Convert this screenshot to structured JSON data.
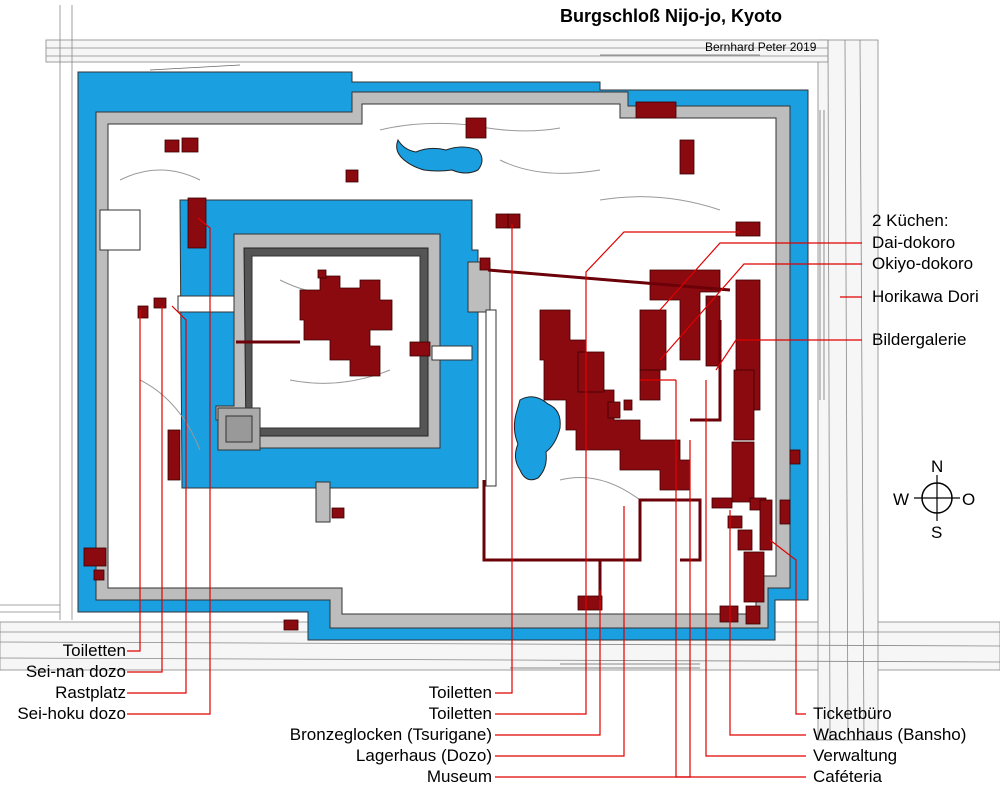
{
  "title": "Burgschloß Nijo-jo, Kyoto",
  "credit": "Bernhard Peter 2019",
  "compass": {
    "n": "N",
    "s": "S",
    "w": "W",
    "o": "O"
  },
  "colors": {
    "moat": "#1a9fe0",
    "wall": "#bdbdbd",
    "building": "#8b0a10",
    "leader": "#e00000",
    "street": "#f3f3f3"
  },
  "labels_left": [
    "Toiletten",
    "Sei-nan dozo",
    "Rastplatz",
    "Sei-hoku dozo"
  ],
  "labels_bottom": [
    "Toiletten",
    "Toiletten",
    "Bronzeglocken (Tsurigane)",
    "Lagerhaus (Dozo)",
    "Museum"
  ],
  "labels_right_top": [
    "2 Küchen:",
    "Dai-dokoro",
    "Okiyo-dokoro",
    "Horikawa Dori",
    "Bildergalerie"
  ],
  "labels_right_bottom": [
    "Ticketbüro",
    "Wachhaus (Bansho)",
    "Verwaltung",
    "Caféteria"
  ]
}
